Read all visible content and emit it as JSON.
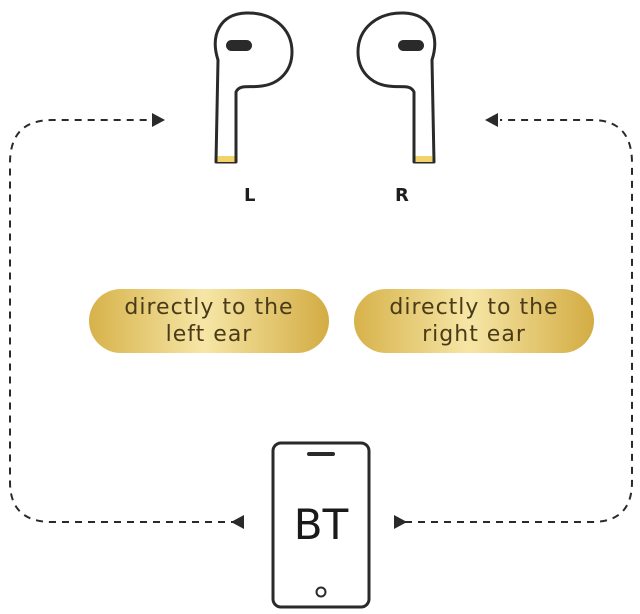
{
  "earbuds": {
    "left_label": "L",
    "right_label": "R"
  },
  "notes": {
    "left_line1": "directly to the",
    "left_line2": "left ear",
    "right_line1": "directly to the",
    "right_line2": "right ear"
  },
  "phone": {
    "label": "BT"
  },
  "colors": {
    "stroke": "#2a2a2a",
    "gold_dark": "#d4ad45",
    "gold_light": "#f6e6a6",
    "stem_tip": "#f1d36a"
  },
  "icons": [
    "left-earbud-icon",
    "right-earbud-icon",
    "phone-icon",
    "arrow-icon"
  ]
}
